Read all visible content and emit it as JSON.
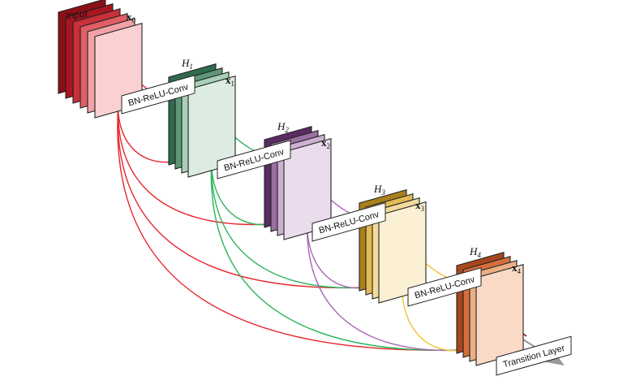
{
  "diagram": {
    "input_label": "Input",
    "stages": [
      {
        "feature": "x",
        "sub": "0",
        "layer": "",
        "layer_sub": "",
        "op": "",
        "colors": [
          "#8b0f17",
          "#a8161f",
          "#c9303a",
          "#e15e66",
          "#f2a1a6",
          "#fbd0d3"
        ]
      },
      {
        "feature": "x",
        "sub": "1",
        "layer": "H",
        "layer_sub": "1",
        "op": "BN-ReLU-Conv",
        "colors": [
          "#2f6b4d",
          "#5d9877",
          "#a9cfb7",
          "#dcece2"
        ]
      },
      {
        "feature": "x",
        "sub": "2",
        "layer": "H",
        "layer_sub": "2",
        "op": "BN-ReLU-Conv",
        "colors": [
          "#5a2c63",
          "#9a6fa2",
          "#cbb1d0",
          "#eadcec"
        ]
      },
      {
        "feature": "x",
        "sub": "3",
        "layer": "H",
        "layer_sub": "3",
        "op": "BN-ReLU-Conv",
        "colors": [
          "#a8801c",
          "#e3bb55",
          "#f2da9c",
          "#fbf0d3"
        ]
      },
      {
        "feature": "x",
        "sub": "4",
        "layer": "H",
        "layer_sub": "4",
        "op": "BN-ReLU-Conv",
        "colors": [
          "#a6471d",
          "#d46f3b",
          "#ebae85",
          "#fad9c6"
        ]
      }
    ],
    "transition_label": "Transition Layer",
    "connection_colors": [
      "#e8262b",
      "#2bb55a",
      "#a665b0",
      "#f1c232"
    ]
  }
}
